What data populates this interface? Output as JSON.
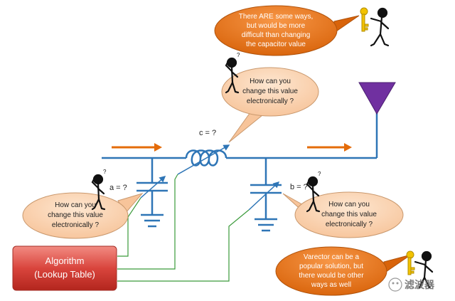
{
  "labels": {
    "c": "c = ?",
    "a": "a = ?",
    "b": "b = ?"
  },
  "bubbles": {
    "top_right": [
      "There ARE some ways,",
      "but would be more",
      "difficult than changing",
      "the capacitor value"
    ],
    "center": [
      "How can you",
      "change this value",
      "electronically ?"
    ],
    "left": [
      "How can you",
      "change this value",
      "electronically ?"
    ],
    "right": [
      "How can you",
      "change this value",
      "electronically ?"
    ],
    "bottom_right": [
      "Varector can be a",
      "popular solution, but",
      "there would be other",
      "ways as well"
    ]
  },
  "algorithm_box": [
    "Algorithm",
    "(Lookup Table)"
  ],
  "watermark": "滤波器",
  "colors": {
    "line_blue": "#2e75b6",
    "arrow_orange": "#e46c0a",
    "bubble_orange_fill": "#e46c0a",
    "bubble_peach_fill": "#fcd5b4",
    "antenna_purple": "#7030a0",
    "control_green": "#3a9a3a",
    "algorithm_red": "#d9534f"
  }
}
